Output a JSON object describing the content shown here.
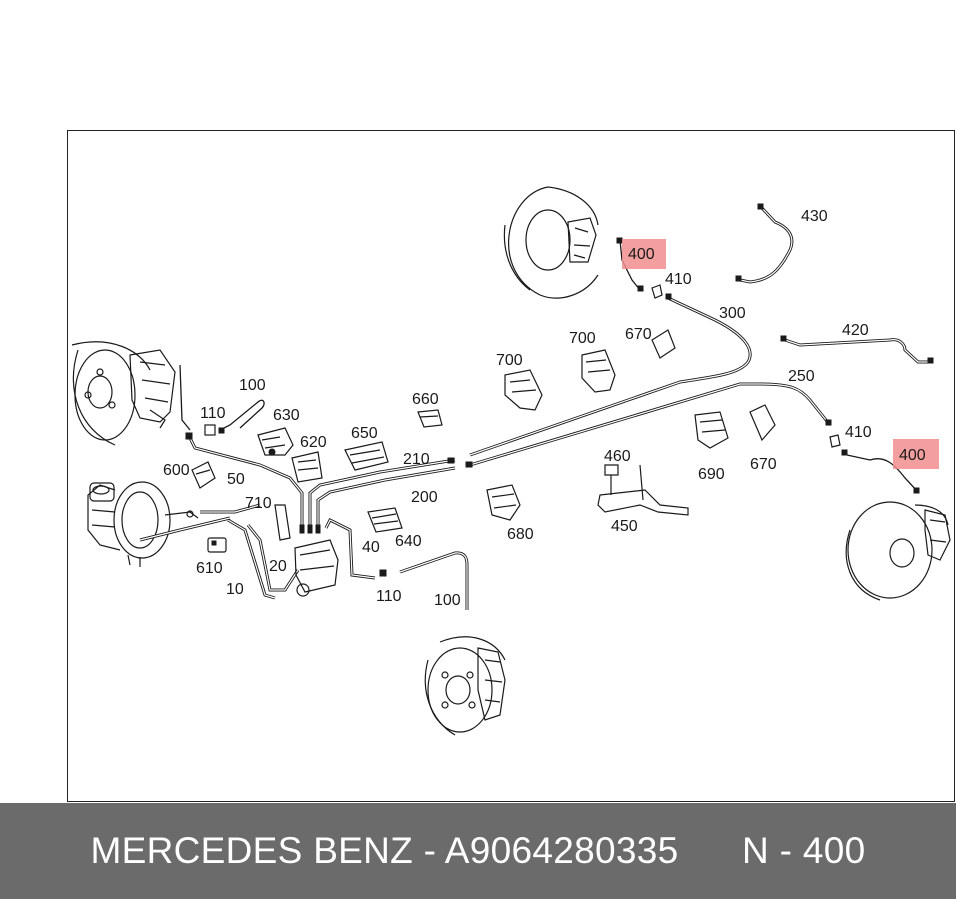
{
  "labels": {
    "l100a": "100",
    "l110a": "110",
    "l630": "630",
    "l620": "620",
    "l650": "650",
    "l660": "660",
    "l600": "600",
    "l50": "50",
    "l710": "710",
    "l610": "610",
    "l10": "10",
    "l20": "20",
    "l40": "40",
    "l640": "640",
    "l110b": "110",
    "l100b": "100",
    "l210": "210",
    "l200": "200",
    "l700a": "700",
    "l700b": "700",
    "l670a": "670",
    "l400a": "400",
    "l410a": "410",
    "l300": "300",
    "l430": "430",
    "l420": "420",
    "l250": "250",
    "l410b": "410",
    "l400b": "400",
    "l690": "690",
    "l670b": "670",
    "l460": "460",
    "l450": "450",
    "l680": "680"
  },
  "highlight_color": "#f28e8e",
  "footer": {
    "text": "MERCEDES BENZ - A9064280335      N - 400",
    "background": "#6b6b6b"
  }
}
